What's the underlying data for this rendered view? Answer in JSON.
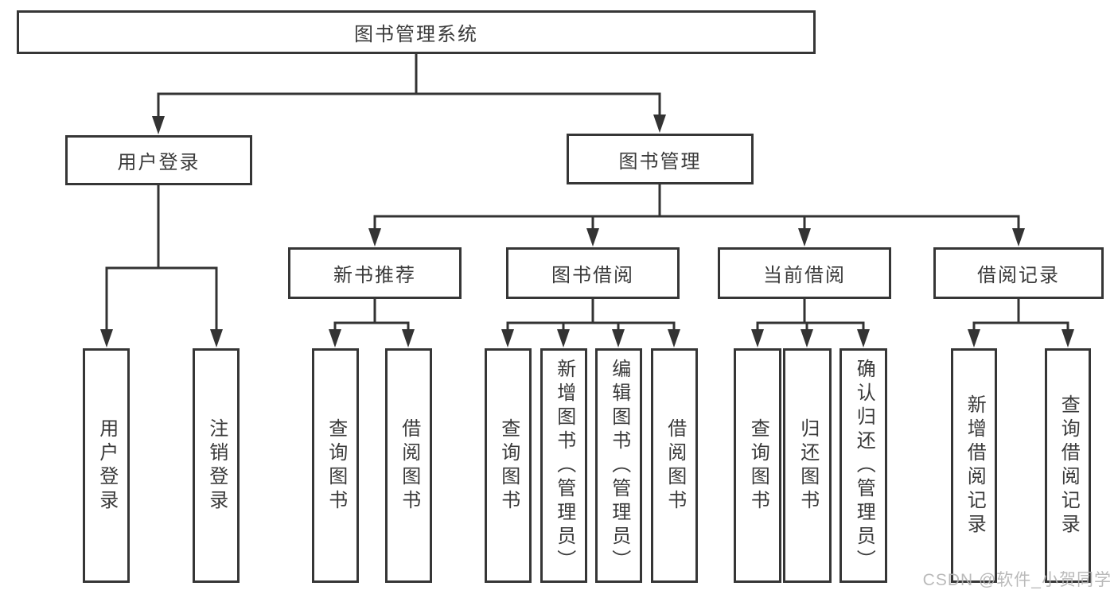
{
  "diagram_type": "hierarchy-diagram",
  "colors": {
    "background": "#ffffff",
    "line": "#333333",
    "border": "#363636",
    "text": "#3a3a3a",
    "watermark": "#b2b2b2"
  },
  "tree": {
    "label": "图书管理系统",
    "children": [
      {
        "label": "用户登录",
        "children": [
          {
            "label": "用户登录"
          },
          {
            "label": "注销登录"
          }
        ]
      },
      {
        "label": "图书管理",
        "children": [
          {
            "label": "新书推荐",
            "children": [
              {
                "label": "查询图书"
              },
              {
                "label": "借阅图书"
              }
            ]
          },
          {
            "label": "图书借阅",
            "children": [
              {
                "label": "查询图书"
              },
              {
                "label": "新增图书（管理员）"
              },
              {
                "label": "编辑图书（管理员）"
              },
              {
                "label": "借阅图书"
              }
            ]
          },
          {
            "label": "当前借阅",
            "children": [
              {
                "label": "查询图书"
              },
              {
                "label": "归还图书"
              },
              {
                "label": "确认归还（管理员）"
              }
            ]
          },
          {
            "label": "借阅记录",
            "children": [
              {
                "label": "新增借阅记录"
              },
              {
                "label": "查询借阅记录"
              }
            ]
          }
        ]
      }
    ]
  },
  "watermark": {
    "text": "CSDN @软件_小贺同学"
  }
}
